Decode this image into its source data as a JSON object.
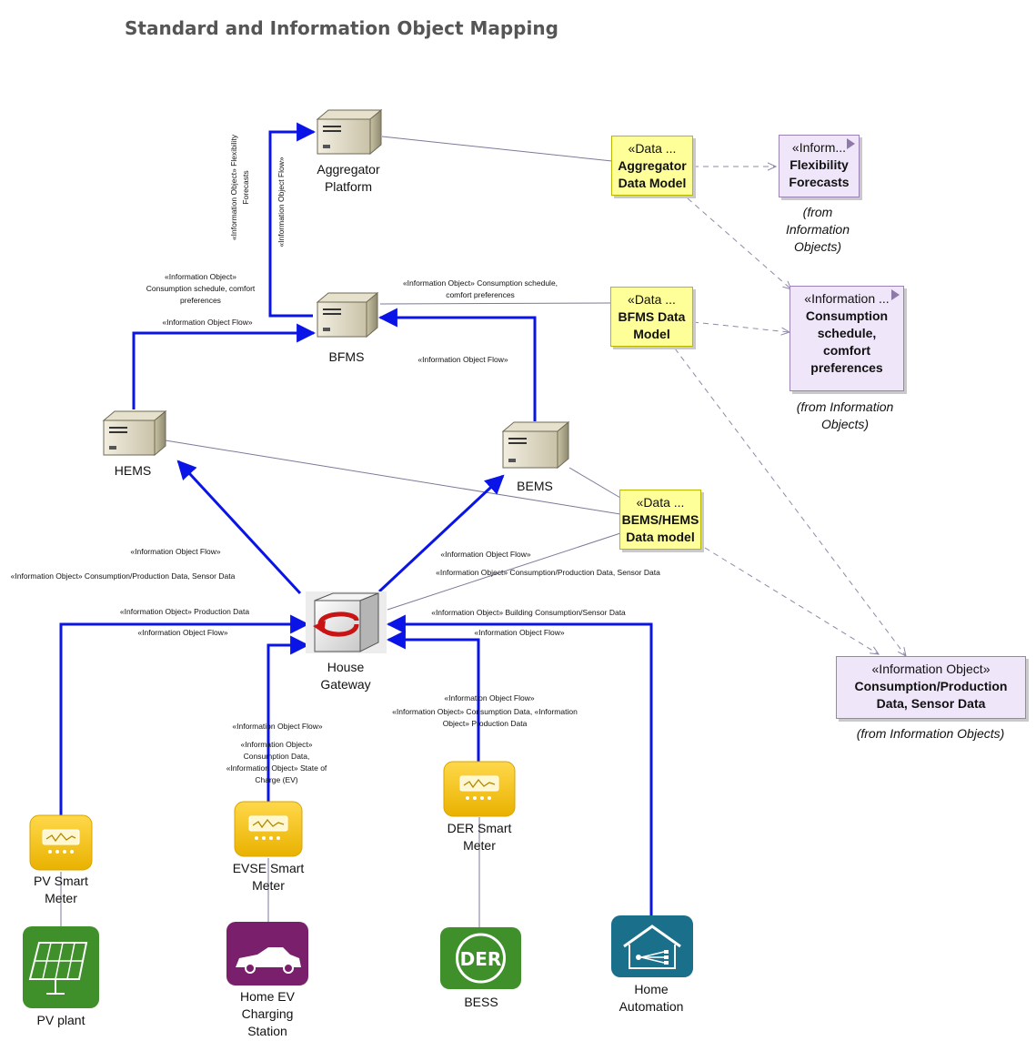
{
  "title": "Standard and Information Object Mapping",
  "nodes": {
    "aggregator": "Aggregator\nPlatform",
    "bfms": "BFMS",
    "hems": "HEMS",
    "bems": "BEMS",
    "gateway": "House\nGateway",
    "pv_meter": "PV Smart\nMeter",
    "evse_meter": "EVSE Smart\nMeter",
    "der_meter": "DER Smart\nMeter",
    "pv_plant": "PV plant",
    "home_ev": "Home EV\nCharging\nStation",
    "bess": "BESS",
    "home_automation": "Home\nAutomation"
  },
  "icons": {
    "server": "server-icon",
    "gateway": "gateway-cube-icon",
    "meter": "smart-meter-icon",
    "pv": "solar-panel-icon",
    "ev": "electric-car-icon",
    "der": "der-badge-icon",
    "der_text": "DER",
    "home": "home-automation-icon"
  },
  "data_models": {
    "aggregator": {
      "stereotype": "«Data ...",
      "name": "Aggregator\nData Model"
    },
    "bfms": {
      "stereotype": "«Data ...",
      "name": "BFMS Data\nModel"
    },
    "bems_hems": {
      "stereotype": "«Data ...",
      "name": "BEMS/HEMS\nData model"
    }
  },
  "info_objects": {
    "flex": {
      "stereotype": "«Inform...",
      "name": "Flexibility\nForecasts",
      "from": "(from\nInformation\nObjects)"
    },
    "consumption_schedule": {
      "stereotype": "«Information ...",
      "name": "Consumption\nschedule,\ncomfort\npreferences",
      "from": "(from Information\nObjects)"
    },
    "consumption_production": {
      "stereotype": "«Information Object»",
      "name": "Consumption/Production\nData, Sensor Data",
      "from": "(from Information Objects)"
    }
  },
  "flow_labels": {
    "agg_flex_obj": "«Information Object» Flexibility\nForecasts",
    "agg_flow": "«Information Object Flow»",
    "hems_bfms_obj": "«Information Object»\nConsumption schedule, comfort\npreferences",
    "hems_bfms_flow": "«Information Object Flow»",
    "bfms_dm_obj": "«Information Object» Consumption schedule,\ncomfort preferences",
    "bems_bfms_flow": "«Information Object Flow»",
    "gw_hems_flow": "«Information Object Flow»",
    "gw_hems_obj": "«Information Object» Consumption/Production Data, Sensor Data",
    "gw_bems_flow": "«Information Object Flow»",
    "gw_bems_obj": "«Information Object» Consumption/Production Data, Sensor Data",
    "pv_obj": "«Information Object» Production Data",
    "pv_flow": "«Information Object Flow»",
    "ha_obj": "«Information Object» Building Consumption/Sensor Data",
    "ha_flow": "«Information Object Flow»",
    "evse_flow": "«Information Object Flow»",
    "evse_obj": "«Information Object»\nConsumption Data,\n«Information Object» State of\nCharge (EV)",
    "der_flow": "«Information Object Flow»",
    "der_obj": "«Information Object» Consumption Data, «Information\nObject» Production Data"
  },
  "colors": {
    "flow": "#0a14e6",
    "assoc": "#7a7a99",
    "dep": "#8a8aa8",
    "data_model_fill": "#ffff99",
    "info_object_fill": "#f0e6fa",
    "meter_yellow": "#f5c400",
    "pv_green": "#3f8f2a",
    "ev_purple": "#7a1f6b",
    "ha_teal": "#1a6f8a"
  }
}
